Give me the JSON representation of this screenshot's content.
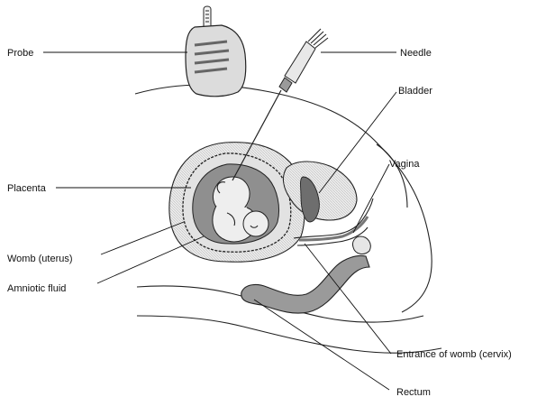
{
  "diagram": {
    "labels": {
      "probe": "Probe",
      "needle": "Needle",
      "bladder": "Bladder",
      "placenta": "Placenta",
      "vagina": "Vagina",
      "womb": "Womb (uterus)",
      "amniotic": "Amniotic fluid",
      "cervix": "Entrance of womb (cervix)",
      "rectum": "Rectum"
    },
    "colors": {
      "line": "#222222",
      "tissue_fill": "#9a9a9a",
      "dark_fill": "#6e6e6e",
      "light_fill": "#e6e6e6",
      "probe_fill": "#dcdcdc"
    }
  }
}
